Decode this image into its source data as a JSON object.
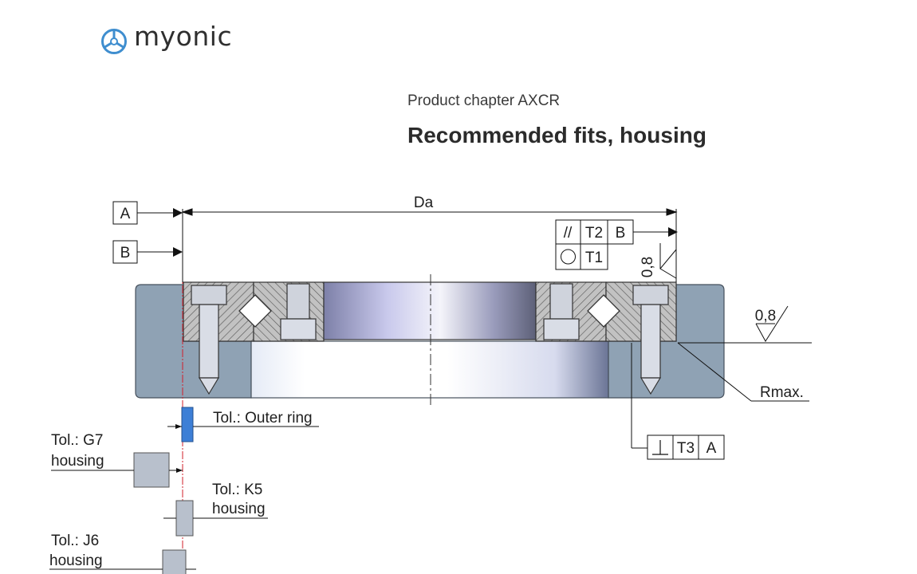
{
  "header": {
    "brand": "myonic",
    "subtitle": "Product chapter AXCR",
    "title": "Recommended fits, housing"
  },
  "drawing": {
    "datum_a": "A",
    "datum_b": "B",
    "diameter_label": "Da",
    "fcf_top": {
      "parallel_symbol": "//",
      "parallel_tol": "T2",
      "parallel_datum": "B",
      "circularity_tol": "T1"
    },
    "fcf_bottom": {
      "perp_tol": "T3",
      "perp_datum": "A"
    },
    "roughness_side": "0,8",
    "roughness_face": "0,8",
    "rmax_label": "Rmax.",
    "tolerance_labels": {
      "outer_ring": "Tol.: Outer ring",
      "g7_line1": "Tol.: G7",
      "g7_line2": "housing",
      "k5_line1": "Tol.: K5",
      "k5_line2": "housing",
      "j6_line1": "Tol.: J6",
      "j6_line2": "housing"
    }
  },
  "colors": {
    "housing": "#8fa2b4",
    "tolerance_outer_ring": "#3d7fd6",
    "tolerance_housing": "#b8c0cc",
    "reference_line": "#d21f2a",
    "logo_accent": "#3f8ecf"
  }
}
